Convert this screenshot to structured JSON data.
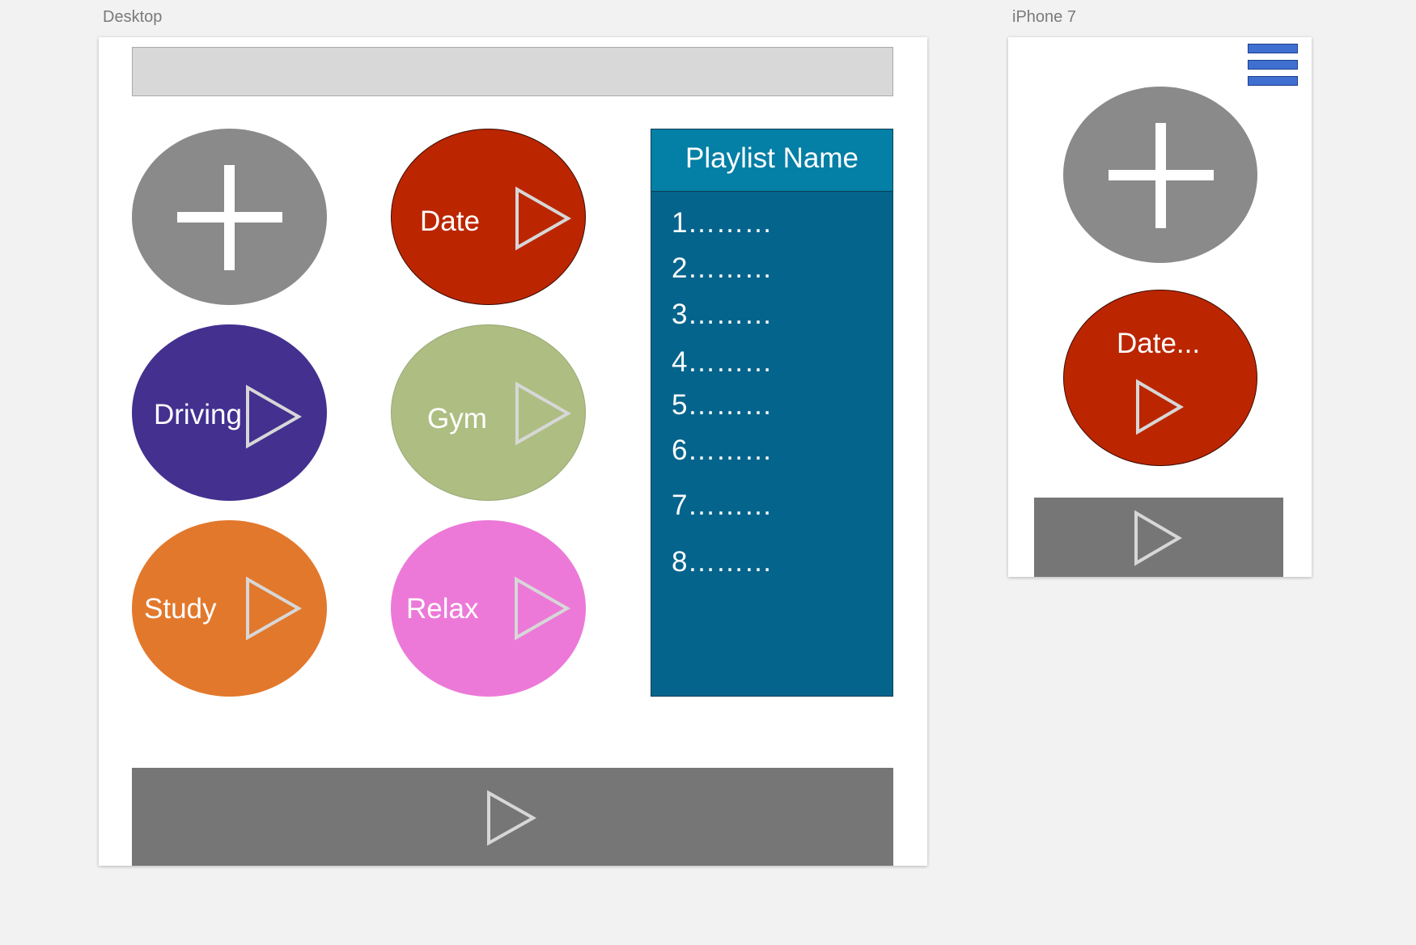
{
  "artboards": {
    "desktop_label": "Desktop",
    "iphone_label": "iPhone 7"
  },
  "desktop": {
    "add_button_icon": "plus-icon",
    "playlists": [
      {
        "label": "Date",
        "color": "#bb2601"
      },
      {
        "label": "Driving",
        "color": "#43308f"
      },
      {
        "label": "Gym",
        "color": "#aebe82"
      },
      {
        "label": "Study",
        "color": "#e2782c"
      },
      {
        "label": "Relax",
        "color": "#ec79d8"
      }
    ],
    "playlist_panel": {
      "title": "Playlist Name",
      "tracks": [
        "1………",
        "2………",
        "3………",
        "4………",
        "5………",
        "6………",
        "7………",
        "8………"
      ]
    },
    "player_bar_icon": "play-icon"
  },
  "iphone": {
    "menu_icon": "hamburger-menu-icon",
    "add_button_icon": "plus-icon",
    "playlist_label": "Date...",
    "player_bar_icon": "play-icon"
  },
  "colors": {
    "add_button": "#8a8a8a",
    "panel_header": "#047fa6",
    "panel_body": "#05648c",
    "player_bar": "#767676",
    "menu": "#3f6fd1"
  }
}
